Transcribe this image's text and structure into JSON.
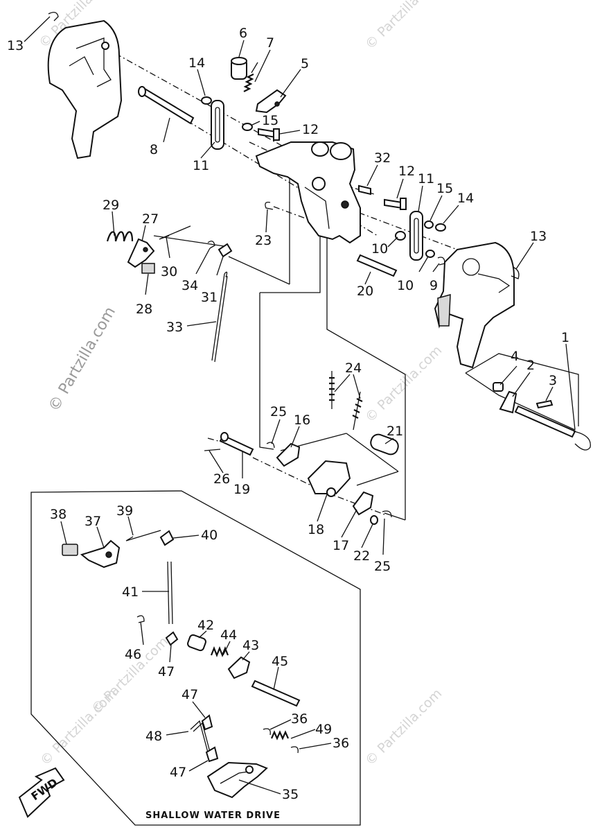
{
  "watermarks": {
    "main": "© Partzilla.com",
    "faint": "© Partzilla.com"
  },
  "inset_caption": "SHALLOW WATER DRIVE",
  "fwd_label": "FWD",
  "callouts": {
    "c13a": "13",
    "c6": "6",
    "c7": "7",
    "c14a": "14",
    "c5": "5",
    "c15a": "15",
    "c12a": "12",
    "c8": "8",
    "c11a": "11",
    "c32": "32",
    "c12b": "12",
    "c11b": "11",
    "c15b": "15",
    "c14b": "14",
    "c13b": "13",
    "c29": "29",
    "c27": "27",
    "c23": "23",
    "c10a": "10",
    "c10b": "10",
    "c9": "9",
    "c20": "20",
    "c30": "30",
    "c34": "34",
    "c31": "31",
    "c28": "28",
    "c33": "33",
    "c1": "1",
    "c4": "4",
    "c2": "2",
    "c3": "3",
    "c24": "24",
    "c25a": "25",
    "c16": "16",
    "c21": "21",
    "c26": "26",
    "c19": "19",
    "c18": "18",
    "c17": "17",
    "c22": "22",
    "c25b": "25",
    "c38": "38",
    "c37": "37",
    "c39": "39",
    "c40": "40",
    "c41": "41",
    "c42": "42",
    "c44": "44",
    "c43": "43",
    "c45": "45",
    "c46": "46",
    "c47a": "47",
    "c47b": "47",
    "c48": "48",
    "c36a": "36",
    "c49": "49",
    "c36b": "36",
    "c47c": "47",
    "c35": "35"
  }
}
